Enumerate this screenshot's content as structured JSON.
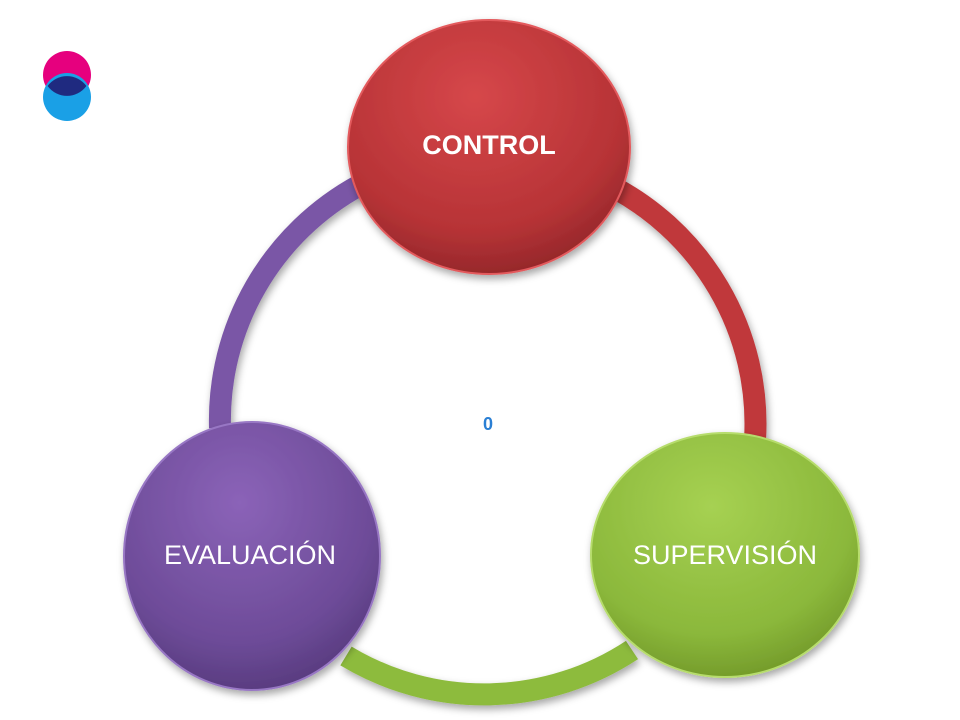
{
  "diagram": {
    "type": "cycle",
    "center_marker": "0",
    "nodes": [
      {
        "id": "control",
        "label": "CONTROL",
        "color": "#c0393b",
        "bold": true
      },
      {
        "id": "supervision",
        "label": "SUPERVISIÓN",
        "color": "#8dbb3c",
        "bold": false
      },
      {
        "id": "evaluation",
        "label": "EVALUACIÓN",
        "color": "#6f4a9b",
        "bold": false
      }
    ],
    "arcs": [
      {
        "from": "control",
        "to": "supervision",
        "color": "#c0393b"
      },
      {
        "from": "supervision",
        "to": "evaluation",
        "color": "#8dbb3c"
      },
      {
        "from": "evaluation",
        "to": "control",
        "color": "#7a56a6"
      }
    ]
  },
  "logo": {
    "top_color": "#e6007e",
    "bottom_color": "#1aa0e6",
    "overlap_color": "#1f2a80"
  }
}
